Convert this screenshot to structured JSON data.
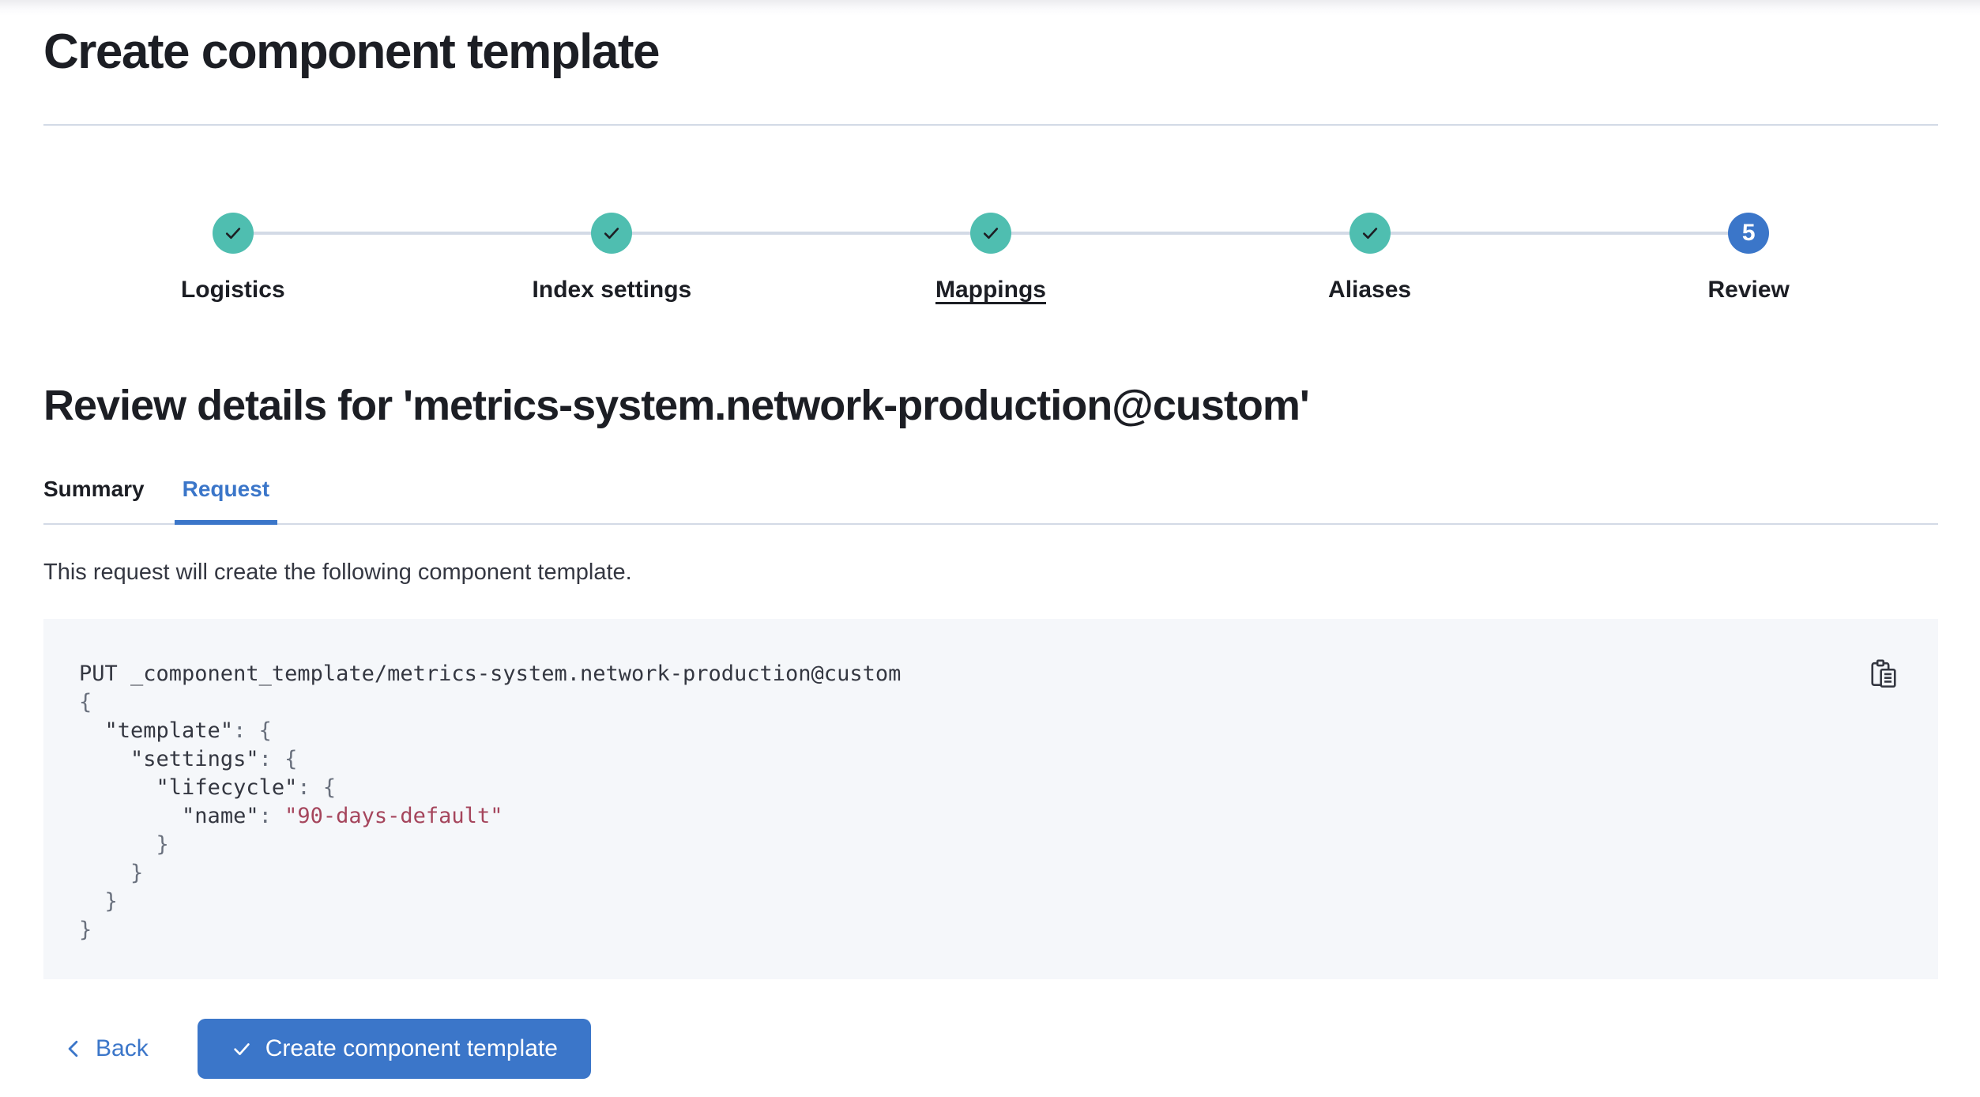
{
  "page": {
    "title": "Create component template"
  },
  "stepper": {
    "steps": [
      {
        "label": "Logistics",
        "status": "complete",
        "underlined": false
      },
      {
        "label": "Index settings",
        "status": "complete",
        "underlined": false
      },
      {
        "label": "Mappings",
        "status": "complete",
        "underlined": true
      },
      {
        "label": "Aliases",
        "status": "complete",
        "underlined": false
      },
      {
        "label": "Review",
        "status": "current",
        "underlined": false,
        "number": "5"
      }
    ]
  },
  "review": {
    "heading": "Review details for 'metrics-system.network-production@custom'",
    "tabs": [
      {
        "label": "Summary",
        "active": false
      },
      {
        "label": "Request",
        "active": true
      }
    ],
    "description": "This request will create the following component template."
  },
  "code_block": {
    "copy_icon": "copy-clipboard-icon",
    "lines": [
      [
        [
          "PUT _component_template/metrics-system.network-production@custom",
          "plain"
        ]
      ],
      [
        [
          "{",
          "pun"
        ]
      ],
      [
        [
          "  ",
          "pun"
        ],
        [
          "\"template\"",
          "key"
        ],
        [
          ": {",
          "pun"
        ]
      ],
      [
        [
          "    ",
          "pun"
        ],
        [
          "\"settings\"",
          "key"
        ],
        [
          ": {",
          "pun"
        ]
      ],
      [
        [
          "      ",
          "pun"
        ],
        [
          "\"lifecycle\"",
          "key"
        ],
        [
          ": {",
          "pun"
        ]
      ],
      [
        [
          "        ",
          "pun"
        ],
        [
          "\"name\"",
          "key"
        ],
        [
          ": ",
          "pun"
        ],
        [
          "\"90-days-default\"",
          "str"
        ]
      ],
      [
        [
          "      }",
          "pun"
        ]
      ],
      [
        [
          "    }",
          "pun"
        ]
      ],
      [
        [
          "  }",
          "pun"
        ]
      ],
      [
        [
          "}",
          "pun"
        ]
      ]
    ]
  },
  "footer": {
    "back_label": "Back",
    "create_label": "Create component template"
  },
  "colors": {
    "primary": "#3B76C9",
    "success": "#4FBEB0",
    "divider": "#D3DAE6",
    "code_bg": "#F5F7FA",
    "text": "#343741",
    "heading": "#1C1E24",
    "string": "#A5455C",
    "punctuation": "#69707D"
  }
}
